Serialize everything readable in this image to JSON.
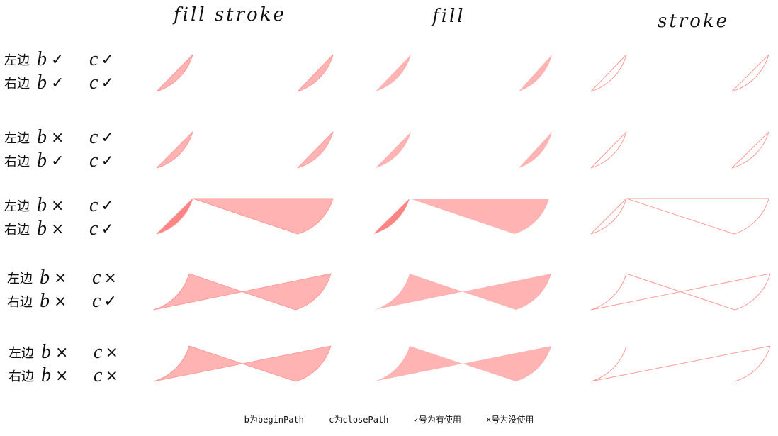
{
  "headers": {
    "both": "fill  stroke",
    "fill": "fill",
    "stroke": "stroke"
  },
  "rows": [
    {
      "left": {
        "side": "左边",
        "b": "b",
        "b_mark": "✓",
        "c": "c",
        "c_mark": "✓"
      },
      "right": {
        "side": "右边",
        "b": "b",
        "b_mark": "✓",
        "c": "c",
        "c_mark": "✓"
      }
    },
    {
      "left": {
        "side": "左边",
        "b": "b",
        "b_mark": "×",
        "c": "c",
        "c_mark": "✓"
      },
      "right": {
        "side": "右边",
        "b": "b",
        "b_mark": "✓",
        "c": "c",
        "c_mark": "✓"
      }
    },
    {
      "left": {
        "side": "左边",
        "b": "b",
        "b_mark": "×",
        "c": "c",
        "c_mark": "✓"
      },
      "right": {
        "side": "右边",
        "b": "b",
        "b_mark": "×",
        "c": "c",
        "c_mark": "✓"
      }
    },
    {
      "left": {
        "side": "左边",
        "b": "b",
        "b_mark": "×",
        "c": "c",
        "c_mark": "×"
      },
      "right": {
        "side": "右边",
        "b": "b",
        "b_mark": "×",
        "c": "c",
        "c_mark": "✓"
      }
    },
    {
      "left": {
        "side": "左边",
        "b": "b",
        "b_mark": "×",
        "c": "c",
        "c_mark": "×"
      },
      "right": {
        "side": "右边",
        "b": "b",
        "b_mark": "×",
        "c": "c",
        "c_mark": "×"
      }
    }
  ],
  "legend": {
    "b_meaning": "b为beginPath",
    "c_meaning": "c为closePath",
    "check_meaning": "✓号为有使用",
    "cross_meaning": "×号为没使用"
  },
  "colors": {
    "fill": "#ffb3b3",
    "stroke": "#ff9a9a",
    "overlap": "#ff8585",
    "text": "#111111"
  }
}
